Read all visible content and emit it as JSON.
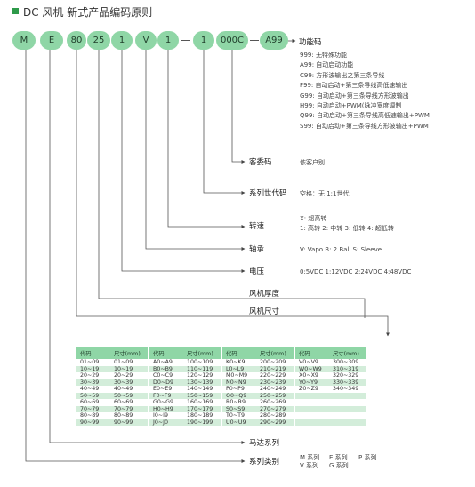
{
  "header": {
    "title": "DC 风机  新式产品编码原则"
  },
  "code": [
    "M",
    "E",
    "80",
    "25",
    "1",
    "V",
    "1",
    "1",
    "000C",
    "A99"
  ],
  "labels": {
    "function": "功能码",
    "customer": "客委码",
    "generation": "系列世代码",
    "speed": "转速",
    "bearing": "轴承",
    "voltage": "电压",
    "thickness": "风机厚度",
    "size": "风机尺寸",
    "motor": "马达系列",
    "series_type": "系列类别"
  },
  "function_codes": [
    "999: 无特殊功能",
    "A99: 自动启动功能",
    "C99: 方形波输出之第三条导线",
    "F99: 自动启动+第三条导线高低速输出",
    "G99: 自动启动+第三条导线方形波输出",
    "H99: 自动启动+PWM(脉冲宽度调制",
    "Q99: 自动启动+第三条导线高低速输出+PWM",
    "S99: 自动启动+第三条导线方形波输出+PWM"
  ],
  "values": {
    "customer": "依客户别",
    "generation": "空格：无    1:1世代",
    "speed_line1": "X: 超高转",
    "speed_line2": "1: 高转    2: 中转    3: 低转    4: 超低转",
    "bearing": "V: Vapo    B: 2 Ball    S: Sleeve",
    "voltage": "0:5VDC    1:12VDC    2:24VDC    4:48VDC",
    "series_m": "M 系列",
    "series_e": "E 系列",
    "series_p": "P 系列",
    "series_v": "V 系列",
    "series_g": "G 系列"
  },
  "size_table": {
    "header_code": "代码",
    "header_size": "尺寸(mm)",
    "columns": [
      [
        [
          "01~09",
          "01~09"
        ],
        [
          "10~19",
          "10~19"
        ],
        [
          "20~29",
          "20~29"
        ],
        [
          "30~39",
          "30~39"
        ],
        [
          "40~49",
          "40~49"
        ],
        [
          "50~59",
          "50~59"
        ],
        [
          "60~69",
          "60~69"
        ],
        [
          "70~79",
          "70~79"
        ],
        [
          "80~89",
          "80~89"
        ],
        [
          "90~99",
          "90~99"
        ]
      ],
      [
        [
          "A0~A9",
          "100~109"
        ],
        [
          "B0~B9",
          "110~119"
        ],
        [
          "C0~C9",
          "120~129"
        ],
        [
          "D0~D9",
          "130~139"
        ],
        [
          "E0~E9",
          "140~149"
        ],
        [
          "F0~F9",
          "150~159"
        ],
        [
          "G0~G9",
          "160~169"
        ],
        [
          "H0~H9",
          "170~179"
        ],
        [
          "I0~I9",
          "180~189"
        ],
        [
          "J0~J0",
          "190~199"
        ]
      ],
      [
        [
          "K0~K9",
          "200~209"
        ],
        [
          "L0~L9",
          "210~219"
        ],
        [
          "M0~M9",
          "220~229"
        ],
        [
          "N0~N9",
          "230~239"
        ],
        [
          "P0~P9",
          "240~249"
        ],
        [
          "Q0~Q9",
          "250~259"
        ],
        [
          "R0~R9",
          "260~269"
        ],
        [
          "S0~S9",
          "270~279"
        ],
        [
          "T0~T9",
          "280~289"
        ],
        [
          "U0~U9",
          "290~299"
        ]
      ],
      [
        [
          "V0~V9",
          "300~309"
        ],
        [
          "W0~W9",
          "310~319"
        ],
        [
          "X0~X9",
          "320~329"
        ],
        [
          "Y0~Y9",
          "330~339"
        ],
        [
          "Z0~Z9",
          "340~349"
        ],
        [
          "",
          ""
        ],
        [
          "",
          ""
        ],
        [
          "",
          ""
        ],
        [
          "",
          ""
        ],
        [
          "",
          ""
        ]
      ]
    ]
  }
}
